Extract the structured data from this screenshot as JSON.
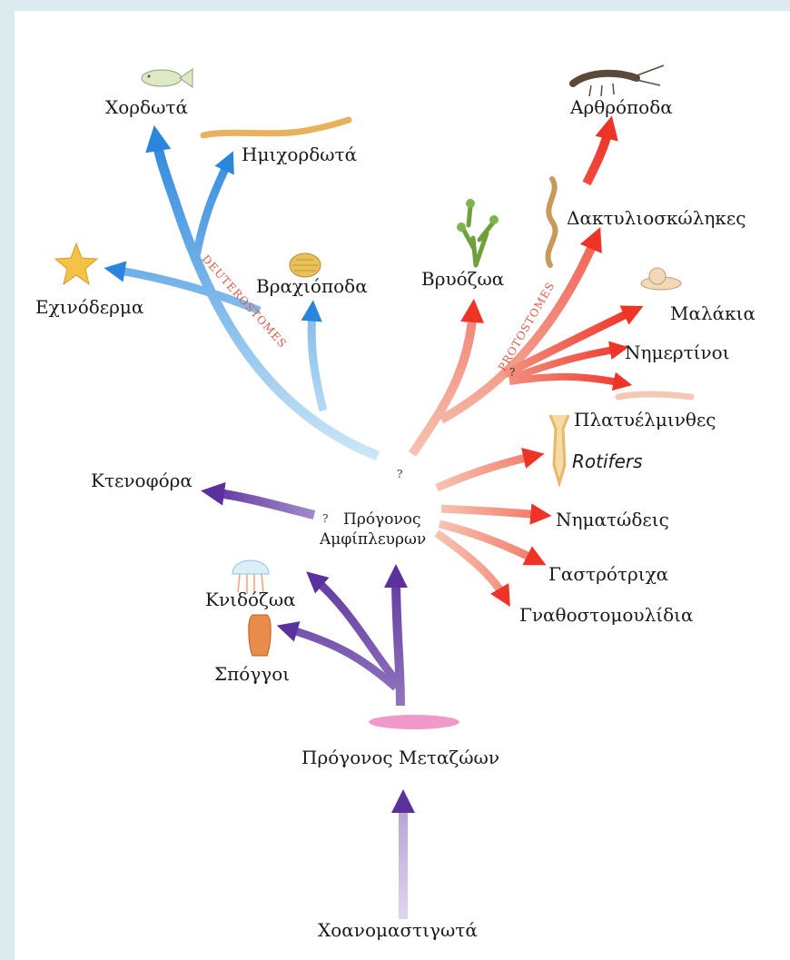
{
  "colors": {
    "deuterostome_branch": "#2f8fe0",
    "protostome_branch": "#ef3a2e",
    "basal_branch": "#6a3fa6",
    "group_label": "#e0584b",
    "frame": "#dcebef"
  },
  "labels": {
    "chordates": "Χορδωτά",
    "hemichordates": "Ημιχορδωτά",
    "echinoderms": "Εχινόδερμα",
    "brachiopods": "Βραχιόποδα",
    "bryozoa": "Βρυόζωα",
    "annelids": "Δακτυλιοσκώληκες",
    "arthropods": "Αρθρόποδα",
    "molluscs": "Μαλάκια",
    "nemerteans": "Νημερτίνοι",
    "flatworms": "Πλατυέλμινθες",
    "rotifers": "Rotifers",
    "ctenophores": "Κτενοφόρα",
    "nematodes": "Νηματώδεις",
    "gastrotrichs": "Γαστρότριχα",
    "gnathostomulids": "Γναθοστομουλίδια",
    "cnidarians": "Κνιδόζωα",
    "sponges": "Σπόγγοι",
    "metazoan_ancestor": "Πρόγονος Μεταζώων",
    "choanoflagellates": "Χοανομαστιγωτά",
    "bilaterian_ancestor_line1": "Πρόγονος",
    "bilaterian_ancestor_line2": "Αμφίπλευρων"
  },
  "groups": {
    "deuterostomes": "DEUTEROSTOMES",
    "protostomes": "PROTOSTOMES"
  },
  "uncertainty_marks": {
    "ctenophore_branch": "?",
    "bilateria_split": "?",
    "protostome_split": "?"
  },
  "icons": [
    "fish-icon",
    "worm-icon",
    "starfish-icon",
    "brachiopod-shell-icon",
    "bryozoan-icon",
    "annelid-worm-icon",
    "shrimp-icon",
    "snail-icon",
    "ribbon-worm-icon",
    "flatworm-icon",
    "rotifer-icon",
    "jellyfish-icon",
    "sponge-icon",
    "ancestor-blob-icon"
  ]
}
